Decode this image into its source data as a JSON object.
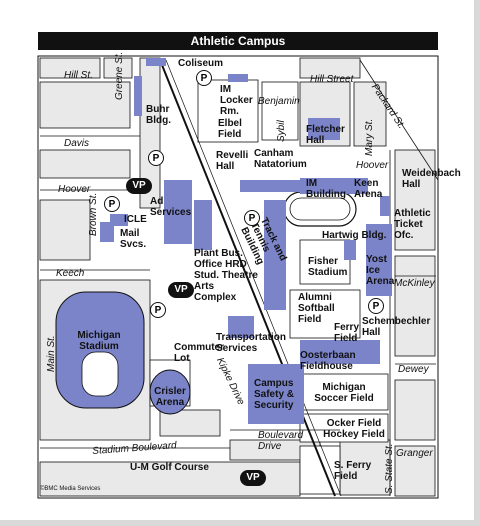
{
  "title": "Athletic Campus",
  "copyright": "©BMC Media Services",
  "colors": {
    "building": "#7b84c9",
    "road": "#ffffff",
    "block": "#e9e9e9",
    "outline": "#111111"
  },
  "streets": {
    "hill": "Hill St.",
    "hill_street": "Hill Street",
    "greene": "Greene St.",
    "benjamin": "Benjamin",
    "packard": "Packard St.",
    "davis": "Davis",
    "sybil": "Sybil",
    "mary": "Mary St.",
    "hoover_w": "Hoover",
    "hoover_e": "Hoover",
    "brown": "Brown St.",
    "keech": "Keech",
    "mckinley": "McKinley",
    "main": "Main St.",
    "kipke": "Kipke Drive",
    "dewey": "Dewey",
    "stadium_blvd": "Stadium Boulevard",
    "boulevard_drive": "Boulevard Drive",
    "granger": "Granger",
    "state": "S. State St."
  },
  "places": {
    "coliseum": "Coliseum",
    "im_locker": "IM Locker Rm.",
    "buhr": "Buhr Bldg.",
    "elbel": "Elbel Field",
    "fletcher": "Fletcher Hall",
    "revelli": "Revelli Hall",
    "canham": "Canham Natatorium",
    "im_building": "IM Building",
    "keen": "Keen Arena",
    "weidenbach": "Weidenbach Hall",
    "ad_services": "Ad Services",
    "icle": "ICLE",
    "mail": "Mail Svcs.",
    "athletic_ticket": "Athletic Ticket Ofc.",
    "hartwig": "Hartwig Bldg.",
    "track": "Track and Tennis Building",
    "fisher": "Fisher Stadium",
    "yost": "Yost Ice Arena",
    "plant": "Plant Bus. Office HRD Stud. Theatre Arts Complex",
    "alumni": "Alumni Softball Field",
    "ferry": "Ferry Field",
    "schembechler": "Schembechler Hall",
    "michigan_stadium": "Michigan Stadium",
    "commuter": "Commuter Lot",
    "transportation": "Transportation Services",
    "oosterbaan": "Oosterbaan Fieldhouse",
    "crisler": "Crisler Arena",
    "campus_safety": "Campus Safety & Security",
    "soccer": "Michigan Soccer Field",
    "ocker": "Ocker Field Hockey Field",
    "golf": "U-M Golf Course",
    "s_ferry": "S. Ferry Field"
  },
  "markers": {
    "vp": "VP",
    "parking": "P"
  }
}
